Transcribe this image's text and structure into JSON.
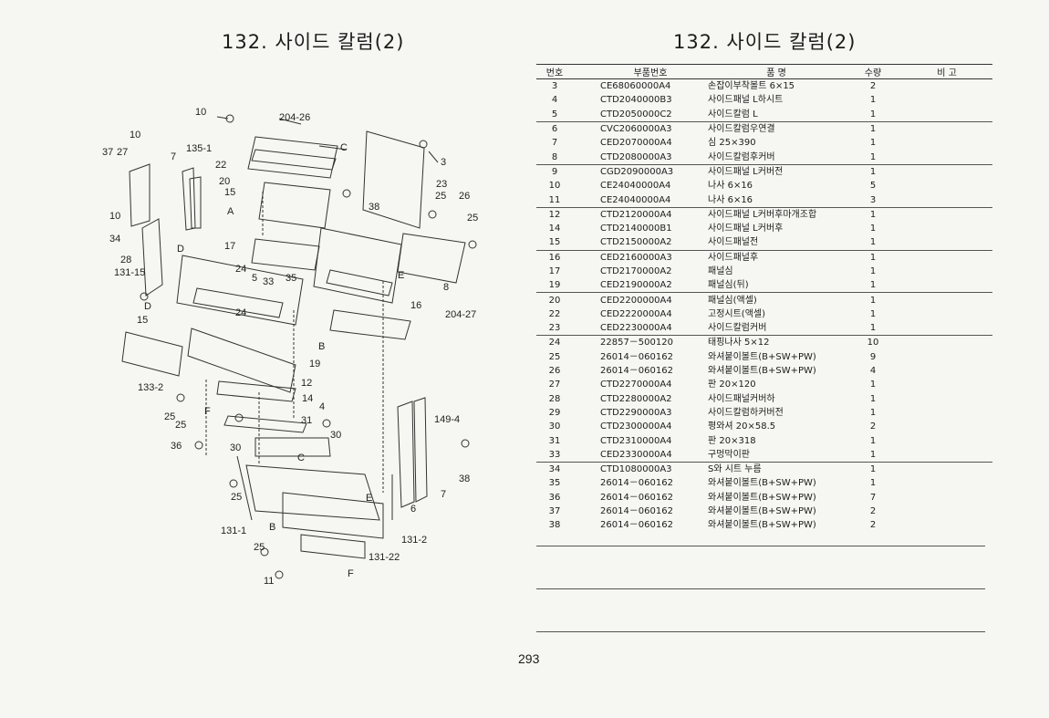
{
  "page": {
    "title_left": "132. 사이드 칼럼(2)",
    "title_right": "132. 사이드 칼럼(2)",
    "page_number": "293"
  },
  "table": {
    "headers": {
      "no": "번호",
      "part_no": "부품번호",
      "name": "품 명",
      "qty": "수량",
      "remarks": "비 고"
    },
    "rows": [
      {
        "no": "3",
        "part_no": "CE68060000A4",
        "name": "손잡이부착볼트 6×15",
        "qty": "2",
        "remarks": ""
      },
      {
        "no": "4",
        "part_no": "CTD2040000B3",
        "name": "사이드패널 L하시트",
        "qty": "1",
        "remarks": ""
      },
      {
        "no": "5",
        "part_no": "CTD2050000C2",
        "name": "사이드칼럼 L",
        "qty": "1",
        "remarks": ""
      },
      {
        "no": "6",
        "part_no": "CVC2060000A3",
        "name": "사이드칼럼우연결",
        "qty": "1",
        "remarks": ""
      },
      {
        "no": "7",
        "part_no": "CED2070000A4",
        "name": "심 25×390",
        "qty": "1",
        "remarks": ""
      },
      {
        "no": "8",
        "part_no": "CTD2080000A3",
        "name": "사이드칼럼후커버",
        "qty": "1",
        "remarks": ""
      },
      {
        "no": "9",
        "part_no": "CGD2090000A3",
        "name": "사이드패널 L커버전",
        "qty": "1",
        "remarks": ""
      },
      {
        "no": "10",
        "part_no": "CE24040000A4",
        "name": "나사 6×16",
        "qty": "5",
        "remarks": ""
      },
      {
        "no": "11",
        "part_no": "CE24040000A4",
        "name": "나사 6×16",
        "qty": "3",
        "remarks": ""
      },
      {
        "no": "12",
        "part_no": "CTD2120000A4",
        "name": "사이드패널 L커버후마개조합",
        "qty": "1",
        "remarks": ""
      },
      {
        "no": "14",
        "part_no": "CTD2140000B1",
        "name": "사이드패널 L커버후",
        "qty": "1",
        "remarks": ""
      },
      {
        "no": "15",
        "part_no": "CTD2150000A2",
        "name": "사이드패널전",
        "qty": "1",
        "remarks": ""
      },
      {
        "no": "16",
        "part_no": "CED2160000A3",
        "name": "사이드패널후",
        "qty": "1",
        "remarks": ""
      },
      {
        "no": "17",
        "part_no": "CTD2170000A2",
        "name": "패널심",
        "qty": "1",
        "remarks": ""
      },
      {
        "no": "19",
        "part_no": "CED2190000A2",
        "name": "패널심(뒤)",
        "qty": "1",
        "remarks": ""
      },
      {
        "no": "20",
        "part_no": "CED2200000A4",
        "name": "패널심(액셀)",
        "qty": "1",
        "remarks": ""
      },
      {
        "no": "22",
        "part_no": "CED2220000A4",
        "name": "고정시트(액셀)",
        "qty": "1",
        "remarks": ""
      },
      {
        "no": "23",
        "part_no": "CED2230000A4",
        "name": "사이드칼럼커버",
        "qty": "1",
        "remarks": ""
      },
      {
        "no": "24",
        "part_no": "22857－500120",
        "name": "태핑나사 5×12",
        "qty": "10",
        "remarks": ""
      },
      {
        "no": "25",
        "part_no": "26014－060162",
        "name": "와셔붙이볼트(B+SW+PW)",
        "qty": "9",
        "remarks": ""
      },
      {
        "no": "26",
        "part_no": "26014－060162",
        "name": "와셔붙이볼트(B+SW+PW)",
        "qty": "4",
        "remarks": ""
      },
      {
        "no": "27",
        "part_no": "CTD2270000A4",
        "name": "판 20×120",
        "qty": "1",
        "remarks": ""
      },
      {
        "no": "28",
        "part_no": "CTD2280000A2",
        "name": "사이드패널커버하",
        "qty": "1",
        "remarks": ""
      },
      {
        "no": "29",
        "part_no": "CTD2290000A3",
        "name": "사이드칼럼하커버전",
        "qty": "1",
        "remarks": ""
      },
      {
        "no": "30",
        "part_no": "CTD2300000A4",
        "name": "평와셔 20×58.5",
        "qty": "2",
        "remarks": ""
      },
      {
        "no": "31",
        "part_no": "CTD2310000A4",
        "name": "판 20×318",
        "qty": "1",
        "remarks": ""
      },
      {
        "no": "33",
        "part_no": "CED2330000A4",
        "name": "구멍막이판",
        "qty": "1",
        "remarks": ""
      },
      {
        "no": "34",
        "part_no": "CTD1080000A3",
        "name": "S와 시트 누름",
        "qty": "1",
        "remarks": ""
      },
      {
        "no": "35",
        "part_no": "26014－060162",
        "name": "와셔붙이볼트(B+SW+PW)",
        "qty": "1",
        "remarks": ""
      },
      {
        "no": "36",
        "part_no": "26014－060162",
        "name": "와셔붙이볼트(B+SW+PW)",
        "qty": "7",
        "remarks": ""
      },
      {
        "no": "37",
        "part_no": "26014－060162",
        "name": "와셔붙이볼트(B+SW+PW)",
        "qty": "2",
        "remarks": ""
      },
      {
        "no": "38",
        "part_no": "26014－060162",
        "name": "와셔붙이볼트(B+SW+PW)",
        "qty": "2",
        "remarks": ""
      }
    ]
  },
  "diagram": {
    "callouts": [
      "10",
      "10",
      "10",
      "37",
      "27",
      "7",
      "135-1",
      "204-26",
      "22",
      "20",
      "15",
      "A",
      "C",
      "3",
      "23",
      "25",
      "26",
      "25",
      "38",
      "34",
      "28",
      "D",
      "131-15",
      "17",
      "24",
      "5",
      "33",
      "35",
      "E",
      "8",
      "16",
      "204-27",
      "D",
      "15",
      "24",
      "B",
      "19",
      "133-2",
      "12",
      "14",
      "4",
      "25",
      "25",
      "31",
      "30",
      "36",
      "30",
      "C",
      "149-4",
      "38",
      "25",
      "E",
      "7",
      "6",
      "131-1",
      "B",
      "131-2",
      "131-22",
      "25",
      "11",
      "F",
      "F"
    ]
  }
}
